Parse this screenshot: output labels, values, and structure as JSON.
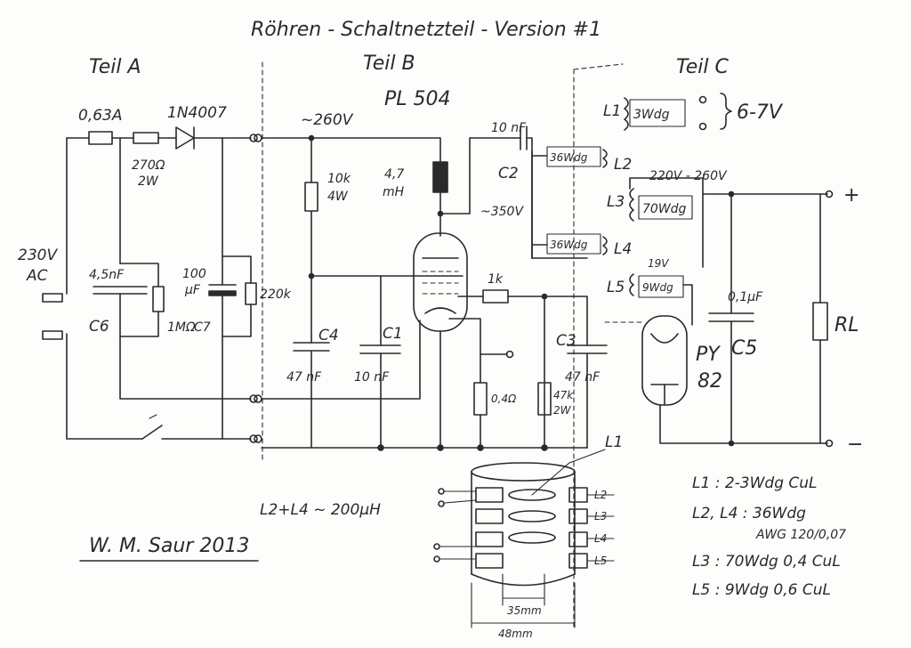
{
  "title": "Röhren - Schaltnetzteil - Version #1",
  "sections": {
    "a": "Teil A",
    "b": "Teil B",
    "c": "Teil C"
  },
  "tube_main": "PL 504",
  "tube_damper_1": "PY",
  "tube_damper_2": "82",
  "components": {
    "fuse": "0,63A",
    "diode": "1N4007",
    "r_series_1": "270Ω",
    "r_series_2": "2W",
    "input_1": "230V",
    "input_2": "AC",
    "c6_value": "4,5nF",
    "c6_label": "C6",
    "r_bleed": "1MΩ",
    "c7_value_1": "100",
    "c7_value_2": "µF",
    "c7_label": "C7",
    "r_220k": "220k",
    "v_260": "~260V",
    "r_10k_1": "10k",
    "r_10k_2": "4W",
    "choke_1": "4,7",
    "choke_2": "mH",
    "c4_label": "C4",
    "c4_value": "47 nF",
    "c1_label": "C1",
    "c1_value": "10 nF",
    "c2_value": "10 nF",
    "c2_label": "C2",
    "v_350": "~350V",
    "r_1k": "1k",
    "c3_label": "C3",
    "c3_value": "47 nF",
    "r_04": "0,4Ω",
    "r_47k_1": "47k",
    "r_47k_2": "2W",
    "l1_label": "L1",
    "l1_turns": "3Wdg",
    "l1_volt": "6-7V",
    "l2_label": "L2",
    "l2_turns": "36Wdg",
    "l3_label": "L3",
    "l3_turns": "70Wdg",
    "l4_label": "L4",
    "l4_turns": "36Wdg",
    "l5_label": "L5",
    "l5_turns": "9Wdg",
    "l5_volt": "19V",
    "v_out": "220V - 260V",
    "c5_value": "0,1µF",
    "c5_label": "C5",
    "rl_label": "RL",
    "plus": "+",
    "minus": "−"
  },
  "notes": {
    "inductance": "L2+L4 ~ 200µH",
    "signature": "W. M. Saur  2013",
    "legend": [
      "L1 : 2-3Wdg CuL",
      "L2, L4 : 36Wdg",
      "AWG 120/0,07",
      "L3 : 70Wdg 0,4 CuL",
      "L5 : 9Wdg 0,6 CuL"
    ]
  },
  "core": {
    "label": "L1",
    "dim_inner": "35mm",
    "dim_outer": "48mm",
    "winding_tags": [
      "L2",
      "L3",
      "L4",
      "L5"
    ]
  }
}
